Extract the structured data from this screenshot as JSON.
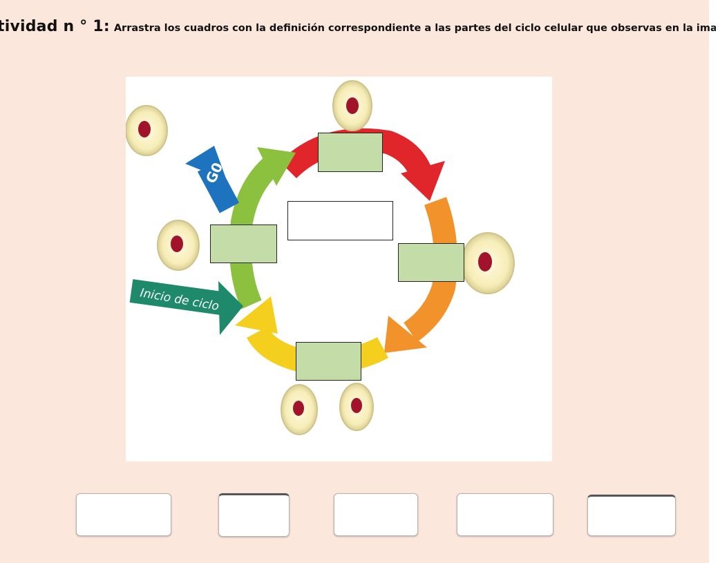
{
  "activity": {
    "title_lead": "tividad n ° 1:",
    "instruction": "Arrastra los cuadros con la definición correspondiente a las partes del ciclo celular que observas en la  ima"
  },
  "diagram": {
    "label_g0": "G0",
    "label_start": "Inicio de ciclo",
    "colors": {
      "red": "#e0262a",
      "orange": "#f2922b",
      "yellow": "#f7d21a",
      "green": "#8cc13f",
      "blue": "#1e73be",
      "teal": "#1f8a6b",
      "box_fill": "#c4dca7",
      "cell_body": "#fbf3c4",
      "nucleus": "#a0132b"
    },
    "drop_zones": [
      "",
      "",
      "",
      "",
      ""
    ],
    "center_box": ""
  },
  "answer_cards": [
    "",
    "",
    "",
    "",
    ""
  ]
}
